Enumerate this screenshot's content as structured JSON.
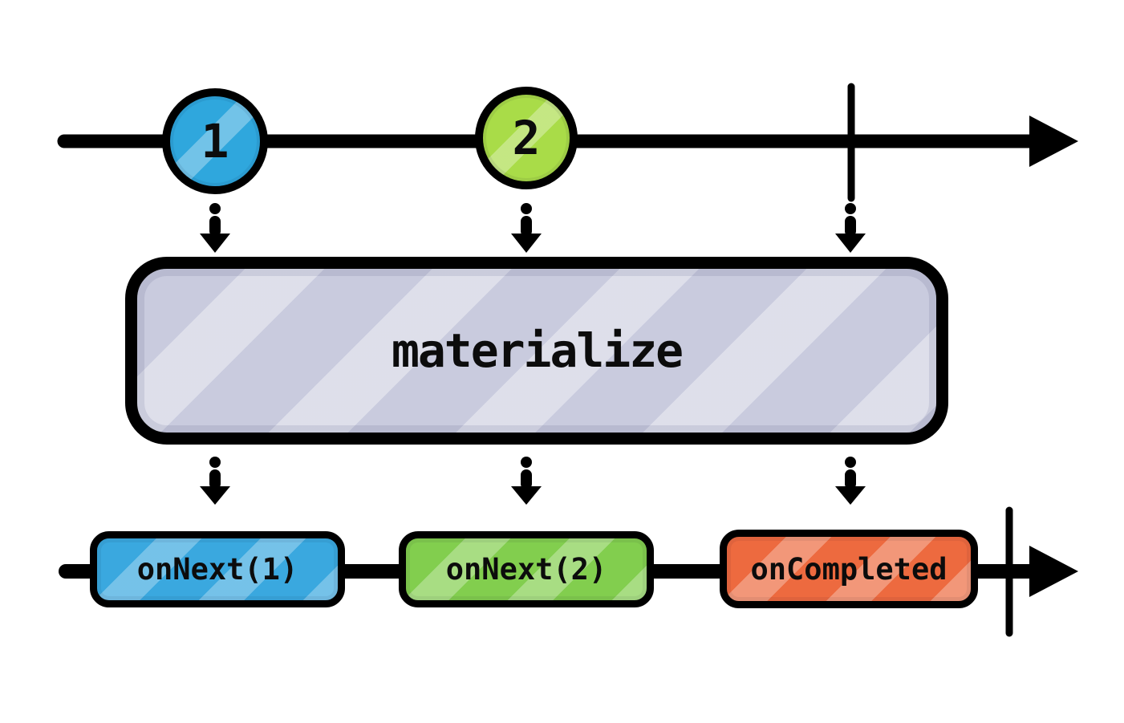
{
  "diagram": {
    "operator": {
      "label": "materialize",
      "fill": "#C9CBDE"
    },
    "input_stream": {
      "marbles": [
        {
          "type": "next",
          "label": "1",
          "color": "#2FA7DD"
        },
        {
          "type": "next",
          "label": "2",
          "color": "#A9DC48"
        }
      ],
      "completed": true
    },
    "output_stream": {
      "notifications": [
        {
          "type": "next",
          "label": "onNext(1)",
          "color": "#3AA8DF"
        },
        {
          "type": "next",
          "label": "onNext(2)",
          "color": "#82CE4E"
        },
        {
          "type": "next",
          "label": "onCompleted",
          "color": "#ED6A3F"
        }
      ],
      "completed": true
    },
    "colors": {
      "stroke": "#000000",
      "background": "#FFFFFF"
    }
  }
}
